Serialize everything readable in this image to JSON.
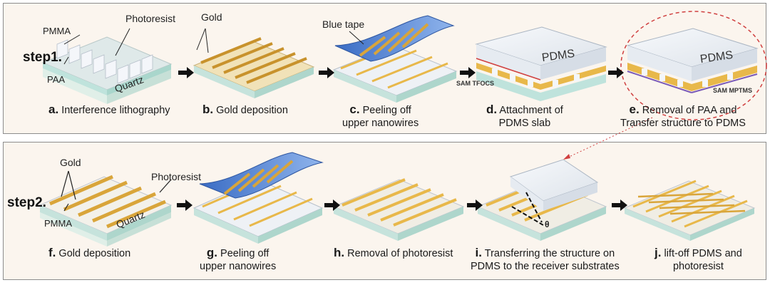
{
  "step1": {
    "label": "step1.",
    "captions": [
      {
        "letter": "a.",
        "text": "Interference lithography"
      },
      {
        "letter": "b.",
        "text": "Gold deposition"
      },
      {
        "letter": "c.",
        "text": "Peeling off",
        "text2": "upper nanowires"
      },
      {
        "letter": "d.",
        "text": "Attachment of",
        "text2": "PDMS slab"
      },
      {
        "letter": "e.",
        "text": "Removal of PAA and",
        "text2": "Transfer structure to PDMS"
      }
    ],
    "labels": {
      "photoresist": "Photoresist",
      "pmma": "PMMA",
      "paa": "PAA",
      "quartz": "Quartz",
      "gold": "Gold",
      "blue_tape": "Blue tape",
      "pdms_d": "PDMS",
      "pdms_e": "PDMS",
      "sam_tfocs": "SAM TFOCS",
      "sam_mptms": "SAM MPTMS"
    }
  },
  "step2": {
    "label": "step2.",
    "captions": [
      {
        "letter": "f.",
        "text": "Gold deposition"
      },
      {
        "letter": "g.",
        "text": "Peeling off",
        "text2": "upper nanowires"
      },
      {
        "letter": "h.",
        "text": "Removal of photoresist"
      },
      {
        "letter": "i.",
        "text": "Transferring the structure on",
        "text2": "PDMS to the receiver substrates"
      },
      {
        "letter": "j.",
        "text": "lift-off PDMS and",
        "text2": "photoresist"
      }
    ],
    "labels": {
      "gold": "Gold",
      "photoresist": "Photoresist",
      "pmma": "PMMA",
      "quartz": "Quartz",
      "theta": "θ"
    }
  },
  "colors": {
    "gold": "#e8b84a",
    "gold_dark": "#c8922c",
    "photoresist": "#eef2f7",
    "pmma": "#c9e8e4",
    "quartz": "#d9ece5",
    "pdms": "#eef3f8",
    "blue_tape": "#4f7fd0",
    "arrow": "#111111",
    "dashed_red": "#d04040"
  }
}
